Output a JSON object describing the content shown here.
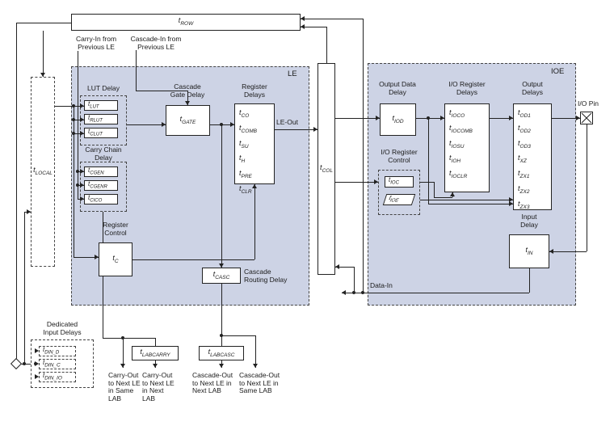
{
  "sym": {
    "t": "t"
  },
  "regions": {
    "le": "LE",
    "ioe": "IOE"
  },
  "interconnect": {
    "row": {
      "sub": "ROW"
    },
    "col": {
      "sub": "COL"
    },
    "local": {
      "sub": "LOCAL"
    }
  },
  "top_labels": {
    "carry_in": "Carry-In from\nPrevious LE",
    "cascade_in": "Cascade-In from\nPrevious LE"
  },
  "le": {
    "lut": {
      "title": "LUT Delay",
      "params": [
        "LUT",
        "RLUT",
        "CLUT"
      ]
    },
    "gate": {
      "title": "Cascade\nGate Delay",
      "param": "GATE"
    },
    "reg": {
      "title": "Register\nDelays",
      "params": [
        "CO",
        "COMB",
        "SU",
        "H",
        "PRE",
        "CLR"
      ]
    },
    "carry": {
      "title": "Carry Chain\nDelay",
      "params": [
        "CGEN",
        "CGENR",
        "CICO"
      ]
    },
    "ctrl": {
      "title": "Register\nControl",
      "param": "C"
    },
    "casc": {
      "title": "Cascade\nRouting Delay",
      "param": "CASC"
    },
    "le_out": "LE-Out"
  },
  "ioe": {
    "odd": {
      "title": "Output Data\nDelay",
      "param": "IOD"
    },
    "iord": {
      "title": "I/O Register\nDelays",
      "params": [
        "IOCO",
        "IOCOMB",
        "IOSU",
        "IOH",
        "IOCLR"
      ]
    },
    "od": {
      "title": "Output\nDelays",
      "params": [
        "OD1",
        "OD2",
        "OD3",
        "XZ",
        "ZX1",
        "ZX2",
        "ZX3"
      ]
    },
    "iorc": {
      "title": "I/O Register\nControl",
      "params": [
        "IOC",
        "IOE"
      ]
    },
    "input": {
      "title": "Input\nDelay",
      "param": "IN"
    },
    "io_pin": "I/O Pin",
    "data_in": "Data-In"
  },
  "bottom": {
    "dedicated": {
      "title": "Dedicated\nInput Delays",
      "params": [
        "DIN_D",
        "DIN_C",
        "DIN_IO"
      ]
    },
    "labcarry": {
      "param": "LABCARRY"
    },
    "labcasc": {
      "param": "LABCASC"
    },
    "outputs": [
      "Carry-Out\nto Next LE\nin Same\nLAB",
      "Carry-Out\nto Next LE\nin Next\nLAB",
      "Cascade-Out\nto Next LE in\nNext LAB",
      "Cascade-Out\nto Next LE in\nSame LAB"
    ]
  }
}
